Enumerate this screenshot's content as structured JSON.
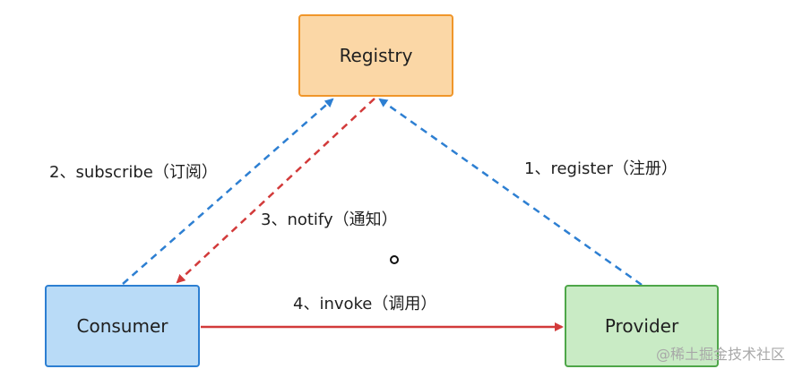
{
  "nodes": {
    "registry": "Registry",
    "consumer": "Consumer",
    "provider": "Provider"
  },
  "edges": {
    "register": "1、register（注册）",
    "subscribe": "2、subscribe（订阅）",
    "notify": "3、notify（通知）",
    "invoke": "4、invoke（调用）"
  },
  "watermark": "@稀土掘金技术社区",
  "colors": {
    "blue_dashed": "#2d7fd2",
    "red": "#d23a3a"
  }
}
